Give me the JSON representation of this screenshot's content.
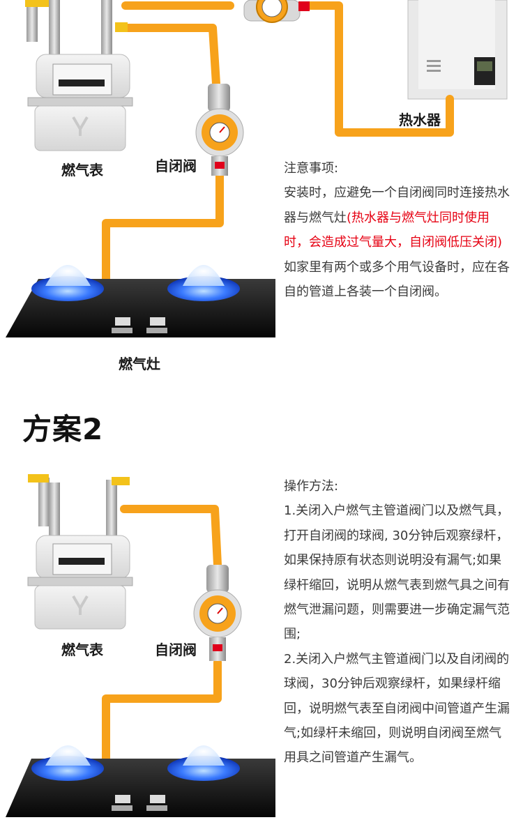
{
  "section1": {
    "labels": {
      "gas_meter": "燃气表",
      "valve": "自闭阀",
      "water_heater": "热水器",
      "stove": "燃气灶"
    },
    "notes": {
      "title": "注意事项:",
      "text_part1": "安装时，应避免一个自闭阀同时连接热水器与燃气灶",
      "text_highlight": "(热水器与燃气灶同时使用时，会造成过气量大，自闭阀低压关闭)",
      "text_part2": "如家里有两个或多个用气设备时，应在各自的管道上各装一个自闭阀。"
    }
  },
  "section2": {
    "title": "方案2",
    "labels": {
      "gas_meter": "燃气表",
      "valve": "自闭阀"
    },
    "instructions": {
      "title": "操作方法:",
      "step1": "1.关闭入户燃气主管道阀门以及燃气具，打开自闭阀的球阀, 30分钟后观察绿杆，如果保持原有状态则说明没有漏气;如果绿杆缩回，说明从燃气表到燃气具之间有燃气泄漏问题，则需要进一步确定漏气范围;",
      "step2": "2.关闭入户燃气主管道阀门以及自闭阀的球阀，30分钟后观察绿杆，如果绿杆缩回，说明燃气表至自闭阀中间管道产生漏气;如绿杆未缩回，则说明自闭阀至燃气用具之间管道产生漏气。"
    }
  },
  "colors": {
    "pipe": "#f7a21b",
    "highlight_text": "#e60012",
    "flame": "#1e5bff"
  }
}
